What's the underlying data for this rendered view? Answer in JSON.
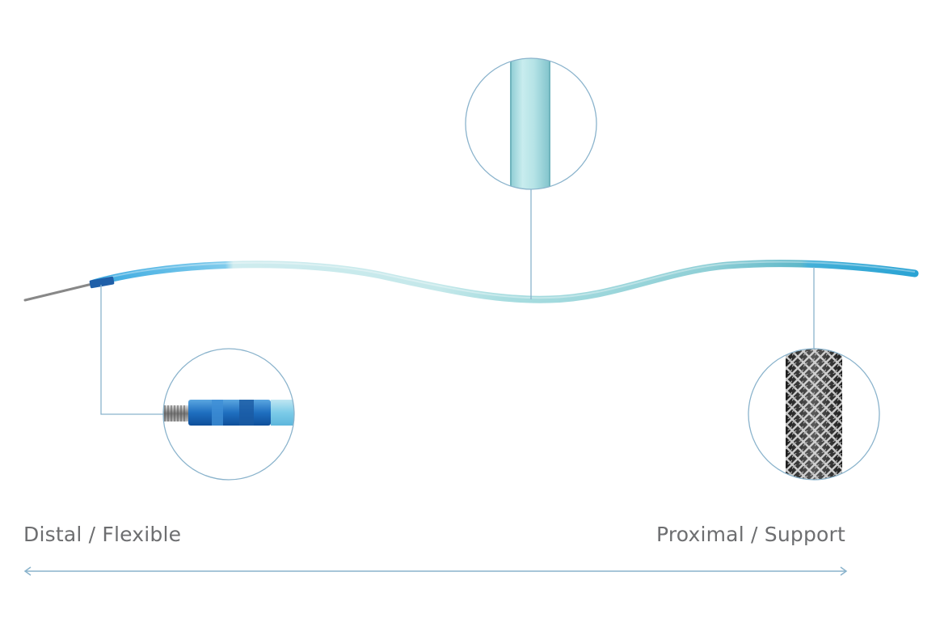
{
  "labels": {
    "distal": "Distal / Flexible",
    "proximal": "Proximal / Support"
  },
  "colors": {
    "background": "#ffffff",
    "callout_line": "#8ab3cc",
    "label_text": "#6d6e70",
    "shaft_blue": "#4fb6de",
    "shaft_light": "#bfe6ea",
    "shaft_teal": "#9fd3d8",
    "tip_dark_blue": "#1d5fa8",
    "braid_dark": "#2a2a2a",
    "braid_light": "#d8d8d8"
  },
  "callouts": [
    {
      "name": "distal-tip-detail",
      "icon": "coil-tip-icon"
    },
    {
      "name": "mid-shaft-detail",
      "icon": "shaft-segment-icon"
    },
    {
      "name": "proximal-braid-detail",
      "icon": "braided-shaft-icon"
    }
  ]
}
